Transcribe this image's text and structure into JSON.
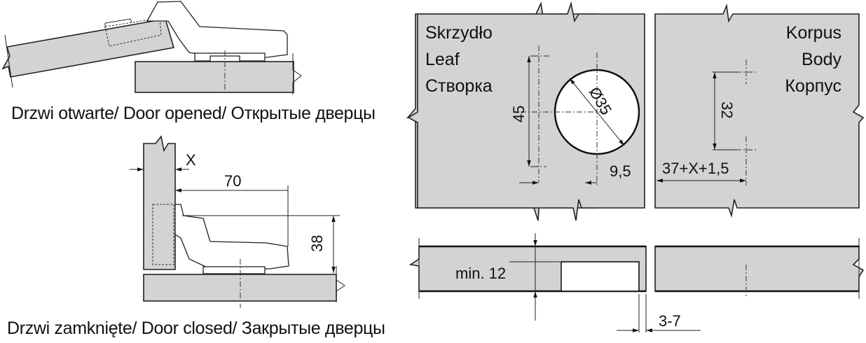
{
  "captions": {
    "door_opened": "Drzwi otwarte/ Door opened/ Открытые дверцы",
    "door_closed": "Drzwi zamknięte/ Door closed/ Закрытые  дверцы"
  },
  "leaf_labels": [
    "Skrzydło",
    "Leaf",
    "Створка"
  ],
  "body_labels": [
    "Korpus",
    "Body",
    "Корпус"
  ],
  "dimensions": {
    "overlay": "X",
    "distance": "70",
    "height": "38",
    "hole_spacing": "45",
    "cup_diameter": "Ø35",
    "edge_offset": "9,5",
    "body_spacing": "32",
    "body_offset": "37+X+1,5",
    "min_thickness": "min. 12",
    "gap": "3-7"
  }
}
